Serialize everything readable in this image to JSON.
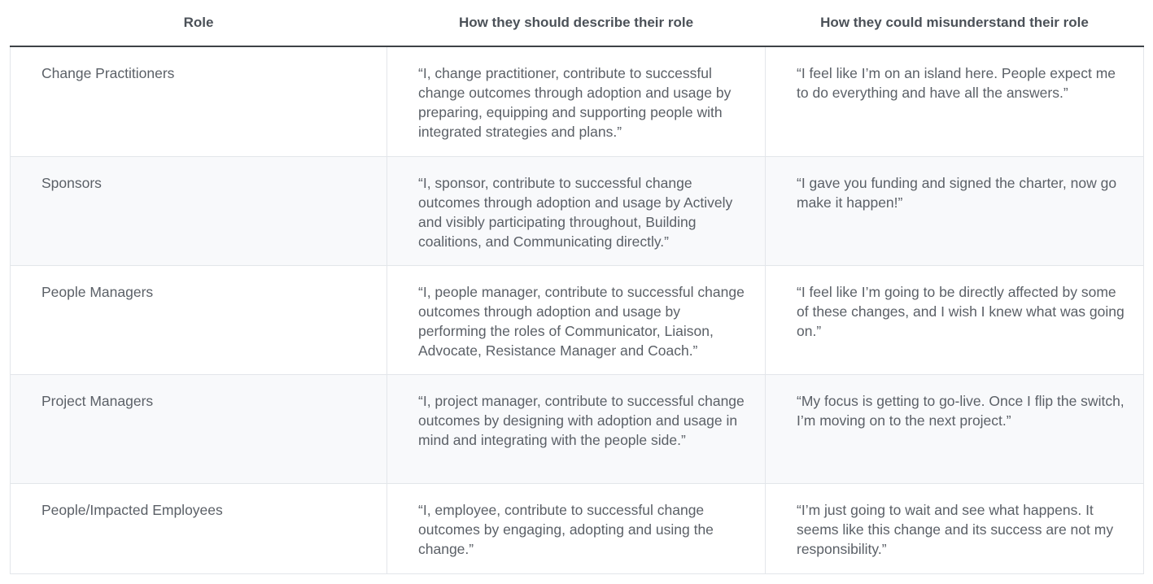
{
  "table": {
    "headers": {
      "role": "Role",
      "describe": "How they should describe their role",
      "misunderstand": "How they could misunderstand their role"
    },
    "rows": [
      {
        "role": "Change Practitioners",
        "describe": "“I, change practitioner, contribute to successful change outcomes through adoption and usage by preparing, equipping and supporting people with integrated strategies and plans.”",
        "misunderstand": "“I feel like I’m on an island here. People expect me to do everything and have all the answers.”"
      },
      {
        "role": "Sponsors",
        "describe": "“I, sponsor, contribute to successful change outcomes through adoption and usage by Actively and visibly participating throughout, Building coalitions, and Communicating directly.”",
        "misunderstand": "“I gave you funding and signed the charter, now go make it happen!”"
      },
      {
        "role": "People Managers",
        "describe": "“I, people manager, contribute to successful change outcomes through adoption and usage by performing the roles of Communicator, Liaison, Advocate, Resistance Manager and Coach.”",
        "misunderstand": "“I feel like I’m going to be directly affected by some of these changes, and I wish I knew what was going on.”"
      },
      {
        "role": "Project Managers",
        "describe": "“I, project manager, contribute to successful change outcomes by designing with adoption and usage in mind and integrating with the people side.”",
        "misunderstand": "“My focus is getting to go-live. Once I flip the switch, I’m moving on to the next project.”"
      },
      {
        "role": "People/Impacted Employees",
        "describe": "“I, employee, contribute to successful change outcomes by engaging, adopting and using the change.”",
        "misunderstand": "“I’m just going to wait and see what happens. It seems like this change and its success are not my responsibility.”"
      }
    ]
  }
}
